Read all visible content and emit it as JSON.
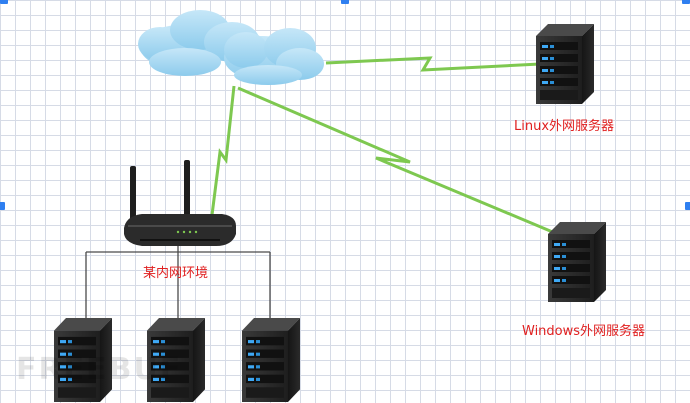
{
  "labels": {
    "linux_server": "Linux外网服务器",
    "windows_server": "Windows外网服务器",
    "internal_network": "某内网环境"
  },
  "watermark": "FREEBUF",
  "colors": {
    "label_text": "#e02020",
    "link_green": "#7ec850",
    "cloud": "#9fd4f0",
    "wire": "#4a4a4a",
    "server_body": "#2e2e2e",
    "server_light": "#3fa9f5",
    "handle": "#2f7ff0"
  }
}
